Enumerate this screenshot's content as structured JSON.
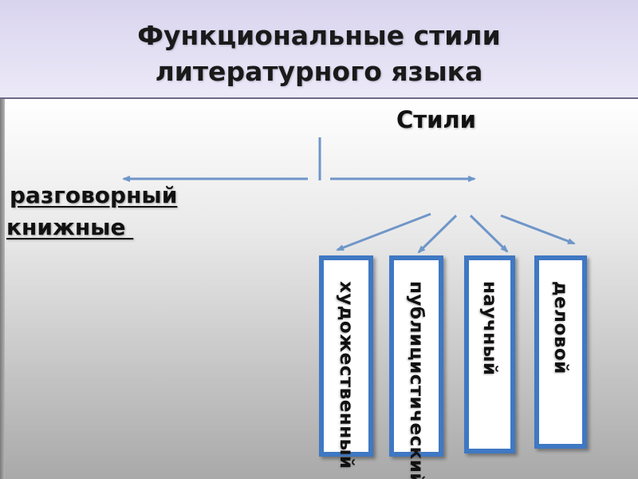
{
  "slide": {
    "title_line1": "Функциональные стили",
    "title_line2": "литературного языка"
  },
  "diagram": {
    "root_label": "Стили",
    "left_labels": [
      "разговорный",
      "книжные "
    ],
    "boxes": [
      {
        "label": "художественный"
      },
      {
        "label": "публицистический"
      },
      {
        "label": "научный"
      },
      {
        "label": "деловой"
      }
    ]
  },
  "colors": {
    "box_border": "#3f78c3",
    "connector": "#6f96c9",
    "title_band": "#dcd7f0"
  }
}
